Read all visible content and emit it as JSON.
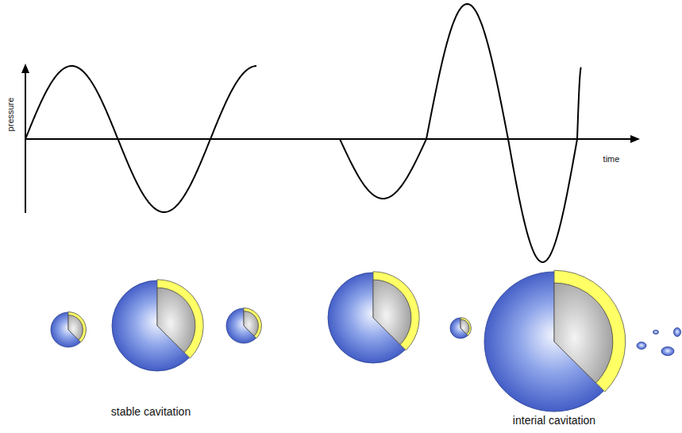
{
  "diagram": {
    "labels": [
      "pressure",
      "time",
      "stable cavitation",
      "interial cavitation"
    ]
  }
}
